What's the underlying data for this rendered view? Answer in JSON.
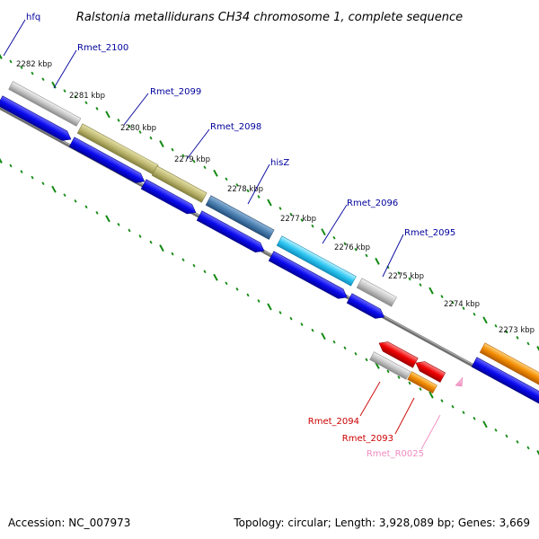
{
  "title": "Ralstonia metallidurans CH34 chromosome 1, complete sequence",
  "accession": "Accession: NC_007973",
  "topology": "Topology: circular; Length: 3,928,089 bp; Genes: 3,669",
  "colors": {
    "backbone": "#7a7a7a",
    "ticks": "#138a13",
    "cds": "#0a0aee",
    "label_forward": "#00009c",
    "label_reverse": "#cc0000",
    "label_rna": "#f08cc0"
  },
  "scale_labels": [
    {
      "key": "k2282",
      "text": "2282 kbp"
    },
    {
      "key": "k2281",
      "text": "2281 kbp"
    },
    {
      "key": "k2280",
      "text": "2280 kbp"
    },
    {
      "key": "k2279",
      "text": "2279 kbp"
    },
    {
      "key": "k2278",
      "text": "2278 kbp"
    },
    {
      "key": "k2277",
      "text": "2277 kbp"
    },
    {
      "key": "k2276",
      "text": "2276 kbp"
    },
    {
      "key": "k2275",
      "text": "2275 kbp"
    },
    {
      "key": "k2274",
      "text": "2274 kbp"
    },
    {
      "key": "k2273",
      "text": "2273 kbp"
    }
  ],
  "genes": [
    {
      "key": "hfq",
      "name": "hfq",
      "strand": "forward"
    },
    {
      "key": "rmet2100",
      "name": "Rmet_2100",
      "strand": "forward"
    },
    {
      "key": "rmet2099",
      "name": "Rmet_2099",
      "strand": "forward"
    },
    {
      "key": "rmet2098",
      "name": "Rmet_2098",
      "strand": "forward"
    },
    {
      "key": "hisz",
      "name": "hisZ",
      "strand": "forward"
    },
    {
      "key": "rmet2096",
      "name": "Rmet_2096",
      "strand": "forward"
    },
    {
      "key": "rmet2095",
      "name": "Rmet_2095",
      "strand": "forward"
    },
    {
      "key": "rmet2094",
      "name": "Rmet_2094",
      "strand": "reverse"
    },
    {
      "key": "rmet2093",
      "name": "Rmet_2093",
      "strand": "reverse"
    },
    {
      "key": "rmetR0025",
      "name": "Rmet_R0025",
      "strand": "reverse"
    }
  ]
}
